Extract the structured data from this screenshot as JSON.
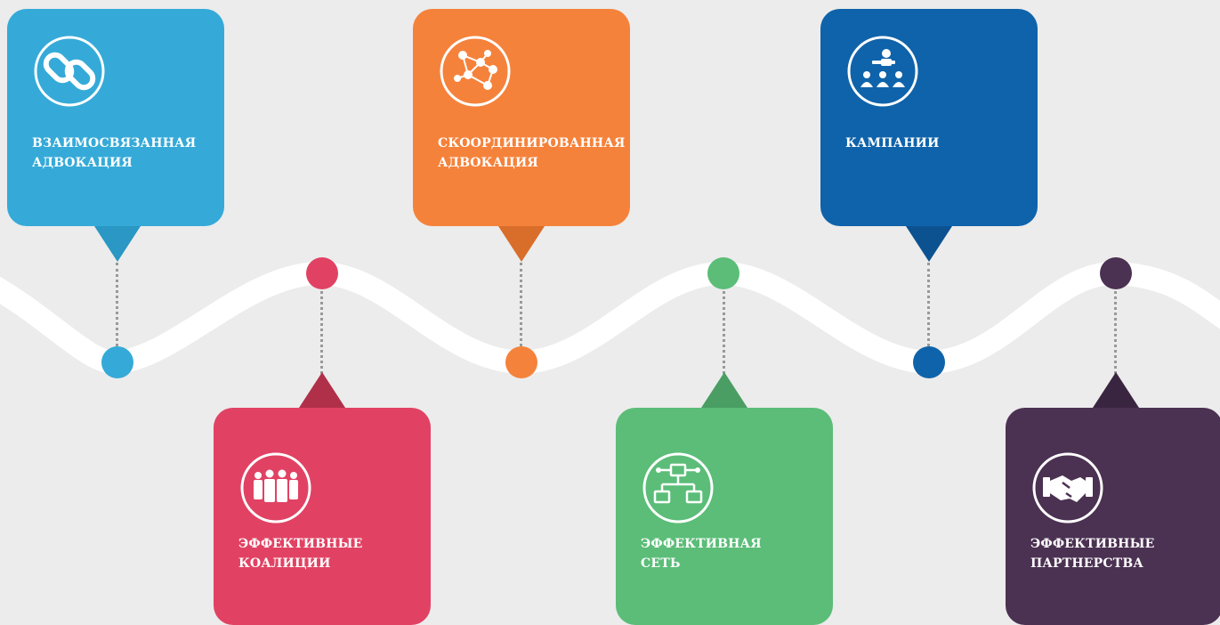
{
  "items": [
    {
      "title": "ВЗАИМОСВЯЗАННАЯ\nАДВОКАЦИЯ",
      "icon": "link-icon",
      "color": "#35aad8"
    },
    {
      "title": "ЭФФЕКТИВНЫЕ\nКОАЛИЦИИ",
      "icon": "people-group-icon",
      "color": "#e14263"
    },
    {
      "title": "СКООРДИНИРОВАННАЯ\nАДВОКАЦИЯ",
      "icon": "network-nodes-icon",
      "color": "#f5823b"
    },
    {
      "title": "ЭФФЕКТИВНАЯ\nСЕТЬ",
      "icon": "computer-network-icon",
      "color": "#5bbd78"
    },
    {
      "title": "КАМПАНИИ",
      "icon": "presenter-audience-icon",
      "color": "#0f63aa"
    },
    {
      "title": "ЭФФЕКТИВНЫЕ\nПАРТНЕРСТВА",
      "icon": "handshake-icon",
      "color": "#4b3152"
    }
  ]
}
